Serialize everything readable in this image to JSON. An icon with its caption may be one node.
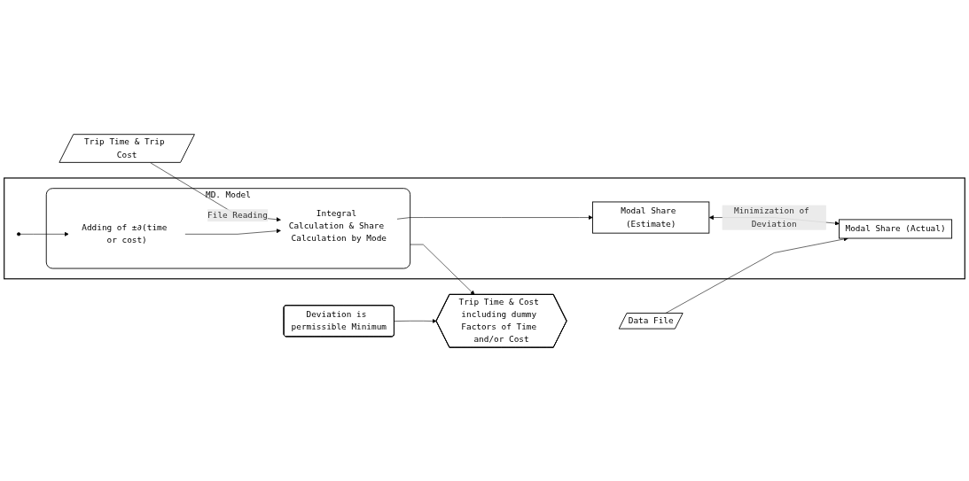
{
  "diagram": {
    "nodes": [
      {
        "text": [
          "Trip Time & Trip Cost"
        ]
      },
      {
        "text": [],
        "shape": "box"
      },
      {
        "text": [
          "MD. Model"
        ],
        "in": 1
      },
      {
        "text": [
          "Integral Calculation & Share Calculation by Mode"
        ],
        "in": 2
      },
      {
        "text": [
          "Adding of ±∂(time or cost)"
        ],
        "in": 2
      },
      {
        "text": [
          "Modal Share (Estimate)"
        ],
        "in": 1
      },
      {
        "text": [
          "Modal Share (Actual)"
        ],
        "in": 1
      },
      {
        "text": [
          "Trip Time & Cost including dummy Factors of Time and/or Cost"
        ]
      },
      {
        "text": [
          "Deviation is permissible Minimum"
        ]
      },
      {
        "text": [
          "Data File"
        ]
      }
    ],
    "edges": [
      {
        "from": 0,
        "to": 3,
        "arrow": "to",
        "label": "File Reading"
      },
      {
        "from": 3,
        "to": 5,
        "arrow": "to"
      },
      {
        "from": 5,
        "to": 6,
        "arrow": "both",
        "label": "Minimization of Deviation"
      },
      {
        "from": 9,
        "to": 6,
        "arrow": "to"
      },
      {
        "from": null,
        "to": 4,
        "arrow": "to"
      },
      {
        "from": 4,
        "to": 3,
        "arrow": "to"
      },
      {
        "from": 2,
        "to": 7,
        "arrow": "to"
      },
      {
        "from": 8,
        "to": 7,
        "arrow": "to"
      }
    ]
  }
}
